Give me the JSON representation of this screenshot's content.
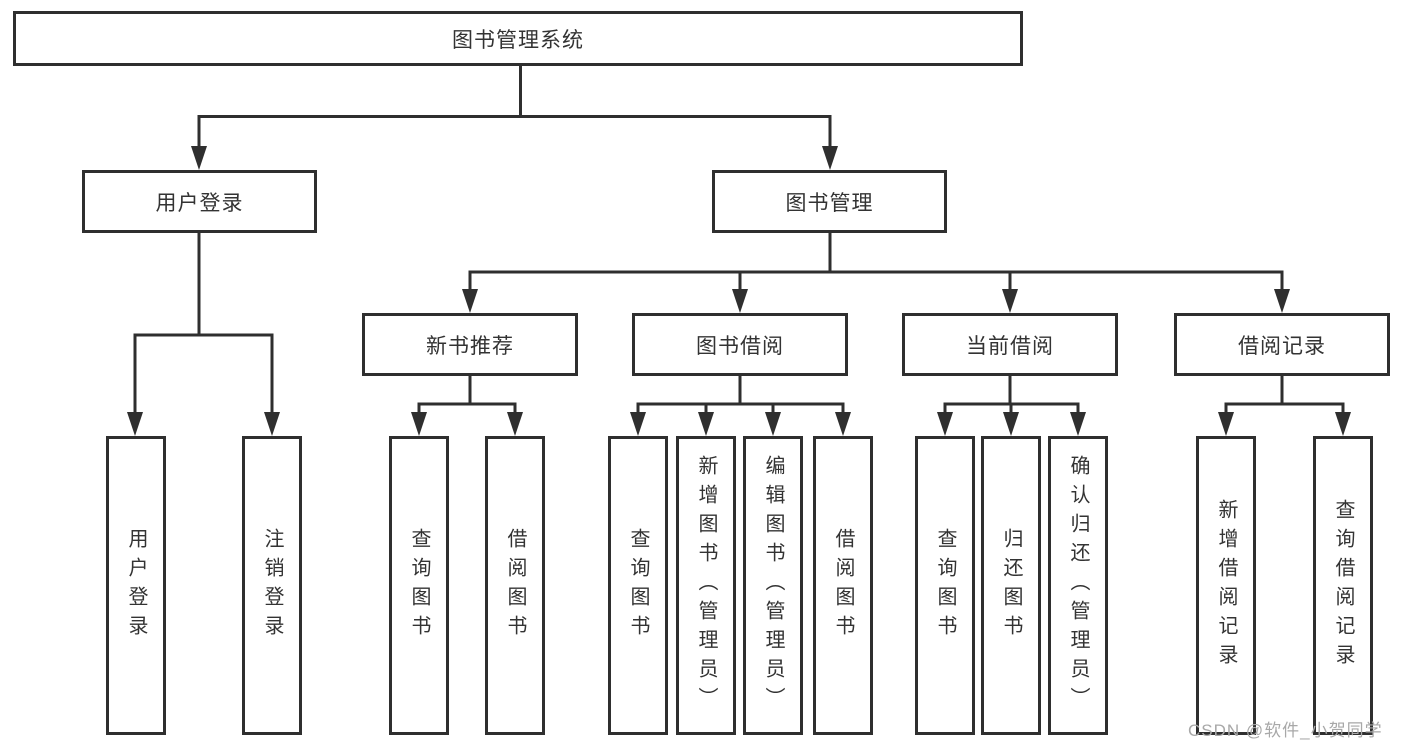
{
  "diagram": {
    "root": {
      "label": "图书管理系统"
    },
    "level1": [
      {
        "label": "用户登录"
      },
      {
        "label": "图书管理"
      }
    ],
    "level2": [
      {
        "label": "新书推荐"
      },
      {
        "label": "图书借阅"
      },
      {
        "label": "当前借阅"
      },
      {
        "label": "借阅记录"
      }
    ],
    "leaves": {
      "login": [
        "用户登录",
        "注销登录"
      ],
      "new_books": [
        "查询图书",
        "借阅图书"
      ],
      "book_borrow": [
        "查询图书",
        "新增图书（管理员）",
        "编辑图书（管理员）",
        "借阅图书"
      ],
      "current_borrow": [
        "查询图书",
        "归还图书",
        "确认归还（管理员）"
      ],
      "borrow_records": [
        "新增借阅记录",
        "查询借阅记录"
      ]
    }
  },
  "watermark": {
    "text": "CSDN @软件_小贺同学"
  },
  "colors": {
    "line": "#2f2f2f",
    "text": "#333333",
    "watermark": "#a8a8a8",
    "background": "#ffffff"
  }
}
